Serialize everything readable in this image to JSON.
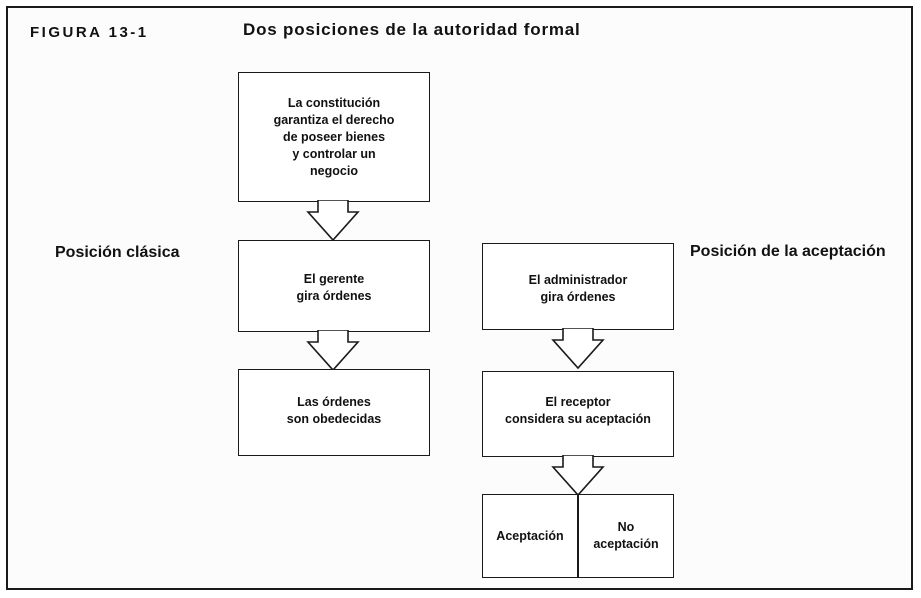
{
  "figure": {
    "label": "FIGURA 13-1",
    "title": "Dos posiciones de la autoridad formal"
  },
  "classic": {
    "heading": "Posición clásica",
    "box_constitution": "La constitución\ngarantiza el derecho\nde poseer bienes\ny controlar un\nnegocio",
    "box_manager": "El gerente\ngira órdenes",
    "box_obeyed": "Las órdenes\nson obedecidas"
  },
  "acceptance": {
    "heading": "Posición de la aceptación",
    "box_administrator": "El administrador\ngira órdenes",
    "box_receiver": "El receptor\nconsidera su aceptación",
    "box_accept": "Aceptación",
    "box_no_accept": "No\naceptación"
  }
}
